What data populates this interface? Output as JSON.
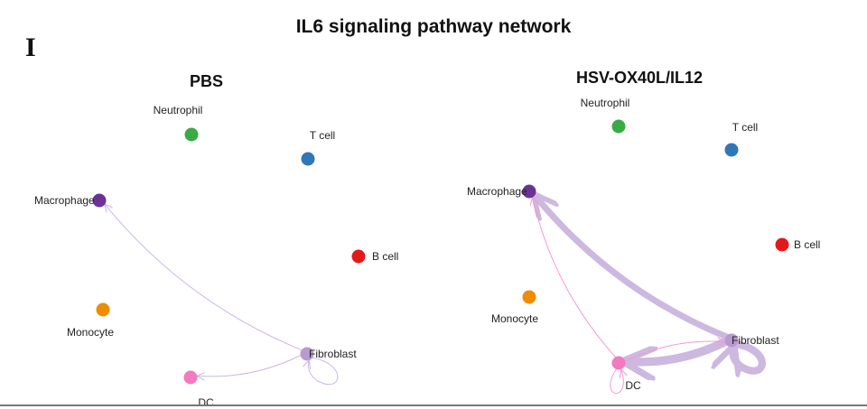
{
  "title": "IL6 signaling pathway network",
  "panel_letter": "I",
  "panels": [
    {
      "name": "PBS",
      "nodes": [
        {
          "id": "Neutrophil",
          "label": "Neutrophil",
          "color": "#3aaa45"
        },
        {
          "id": "T cell",
          "label": "T cell",
          "color": "#2f77b8"
        },
        {
          "id": "Macrophage",
          "label": "Macrophage",
          "color": "#6a3395"
        },
        {
          "id": "B cell",
          "label": "B cell",
          "color": "#e31a1c"
        },
        {
          "id": "Monocyte",
          "label": "Monocyte",
          "color": "#f08c00"
        },
        {
          "id": "Fibroblast",
          "label": "Fibroblast",
          "color": "#b89ad0"
        },
        {
          "id": "DC",
          "label": "DC",
          "color": "#f17ac0"
        }
      ],
      "edges": [
        {
          "source": "Fibroblast",
          "target": "Macrophage",
          "weight": 1,
          "color": "#cdb8e0"
        },
        {
          "source": "Fibroblast",
          "target": "DC",
          "weight": 1,
          "color": "#cdb8e0"
        },
        {
          "source": "Fibroblast",
          "target": "Fibroblast",
          "weight": 1,
          "color": "#cdb8e0"
        }
      ]
    },
    {
      "name": "HSV-OX40L/IL12",
      "nodes": [
        {
          "id": "Neutrophil",
          "label": "Neutrophil",
          "color": "#3aaa45"
        },
        {
          "id": "T cell",
          "label": "T cell",
          "color": "#2f77b8"
        },
        {
          "id": "Macrophage",
          "label": "Macrophage",
          "color": "#6a3395"
        },
        {
          "id": "B cell",
          "label": "B cell",
          "color": "#e31a1c"
        },
        {
          "id": "Monocyte",
          "label": "Monocyte",
          "color": "#f08c00"
        },
        {
          "id": "Fibroblast",
          "label": "Fibroblast",
          "color": "#b89ad0"
        },
        {
          "id": "DC",
          "label": "DC",
          "color": "#f17ac0"
        }
      ],
      "edges": [
        {
          "source": "Fibroblast",
          "target": "Macrophage",
          "weight": 6,
          "color": "#cdb8e0"
        },
        {
          "source": "Fibroblast",
          "target": "DC",
          "weight": 8,
          "color": "#cdb8e0"
        },
        {
          "source": "Fibroblast",
          "target": "Fibroblast",
          "weight": 7,
          "color": "#cdb8e0"
        },
        {
          "source": "DC",
          "target": "Macrophage",
          "weight": 1,
          "color": "#f59ad0"
        },
        {
          "source": "DC",
          "target": "Fibroblast",
          "weight": 1,
          "color": "#f59ad0"
        },
        {
          "source": "DC",
          "target": "DC",
          "weight": 1,
          "color": "#f59ad0"
        }
      ]
    }
  ]
}
